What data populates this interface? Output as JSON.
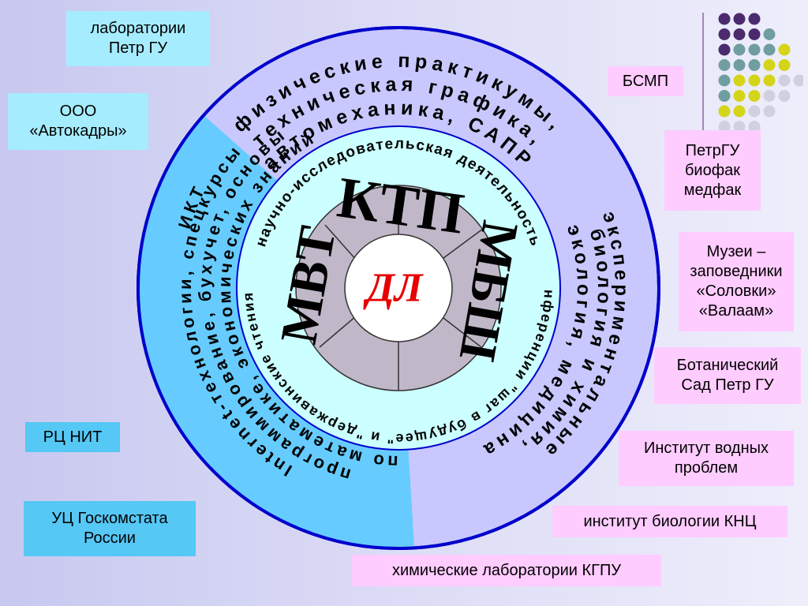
{
  "center": {
    "label": "ДЛ",
    "segments": [
      "КТП",
      "МБШ",
      "МВТ"
    ]
  },
  "rings": {
    "inner": {
      "top_text": "научно-исследовательская деятельность",
      "bottom_text": "конференции \"шаг в будущее\" и \"державинские чтения\" -"
    },
    "outer_top": {
      "line1": "физические практикумы,",
      "line2": "техническая графика,",
      "line3": "автомеханика, САПР"
    },
    "outer_right": {
      "line1": "экспериментальные",
      "line2": "биология и химия,",
      "line3": "экология, медицина"
    },
    "outer_left": {
      "line1": "ИКТ",
      "line2": "Internet-технологии, спецкурсы",
      "line3": "программирование, бухучет, основы",
      "line4": "по математике, экономических знаний"
    }
  },
  "boxes": {
    "lab_petrgu": "лаборатории\nПетр ГУ",
    "avtokadry": "ООО\n«Автокадры»",
    "rc_nit": "РЦ НИТ",
    "uc_goskomstat": "УЦ Госкомстата\nРоссии",
    "bsmp": "БСМП",
    "petrgu_biofak": "ПетрГУ\nбиофак\nмедфак",
    "muzei": "Музеи –\nзаповедники\n«Соловки»\n«Валаам»",
    "bot_sad": "Ботанический\nСад Петр ГУ",
    "inst_vodnyh": "Институт водных\nпроблем",
    "inst_biologii": "институт биологии КНЦ",
    "him_lab": "химические лаборатории КГПУ"
  },
  "colors": {
    "outer_ring": "#c8c8ff",
    "left_sector": "#66ccff",
    "inner_ring": "#ccffff",
    "center_ring": "#c0b8c8",
    "center_circle": "#ffffff",
    "center_label": "#e60000",
    "outline": "#0000cc"
  }
}
